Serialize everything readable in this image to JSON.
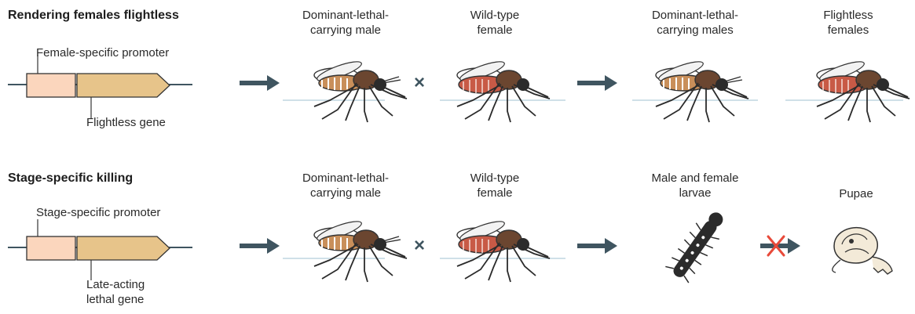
{
  "row1": {
    "heading": "Rendering females flightless",
    "promoter_label": "Female-specific promoter",
    "gene_label": "Flightless gene",
    "parent_male": [
      "Dominant-lethal-",
      "carrying male"
    ],
    "parent_female": [
      "Wild-type",
      "female"
    ],
    "offspring_male": [
      "Dominant-lethal-",
      "carrying males"
    ],
    "offspring_female": [
      "Flightless",
      "females"
    ]
  },
  "row2": {
    "heading": "Stage-specific killing",
    "promoter_label": "Stage-specific promoter",
    "gene_label": [
      "Late-acting",
      "lethal gene"
    ],
    "parent_male": [
      "Dominant-lethal-",
      "carrying male"
    ],
    "parent_female": [
      "Wild-type",
      "female"
    ],
    "larvae": [
      "Male and female",
      "larvae"
    ],
    "pupae": "Pupae"
  },
  "symbols": {
    "cross": "×"
  },
  "colors": {
    "promoter_fill": "#fbd6bd",
    "gene_fill": "#e7c48a",
    "arrow": "#3f5560",
    "block_arrow_x": "#e84a3a",
    "female_abdomen": "#c85a46"
  }
}
